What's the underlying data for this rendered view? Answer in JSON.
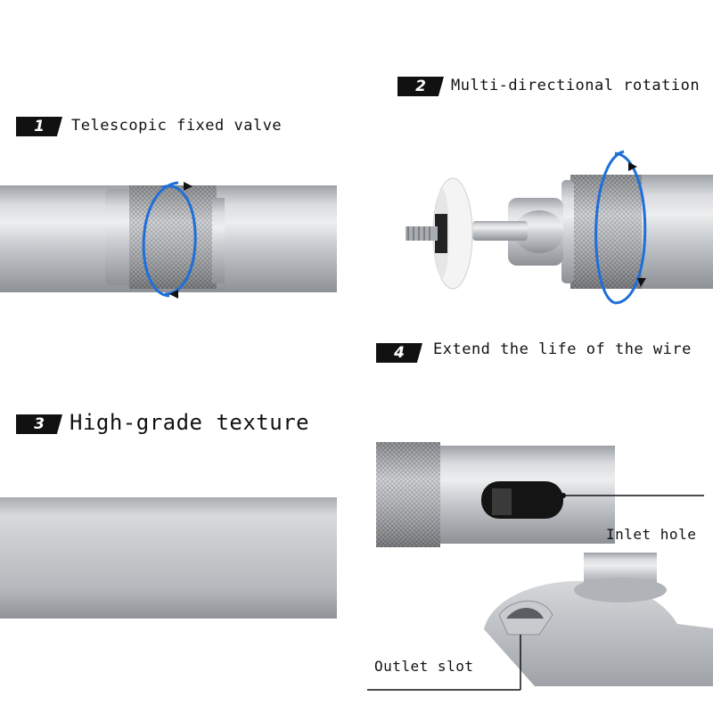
{
  "features": [
    {
      "number": "1",
      "caption": "Telescopic fixed valve"
    },
    {
      "number": "2",
      "caption": "Multi-directional rotation"
    },
    {
      "number": "3",
      "caption": "High-grade texture"
    },
    {
      "number": "4",
      "caption": "Extend the life of the wire"
    }
  ],
  "callouts": {
    "inlet": "Inlet hole",
    "outlet": "Outlet slot"
  },
  "colors": {
    "badge": "#111111",
    "rotation_arrow": "#1e6fd9",
    "metal": "#c4c7cb"
  }
}
